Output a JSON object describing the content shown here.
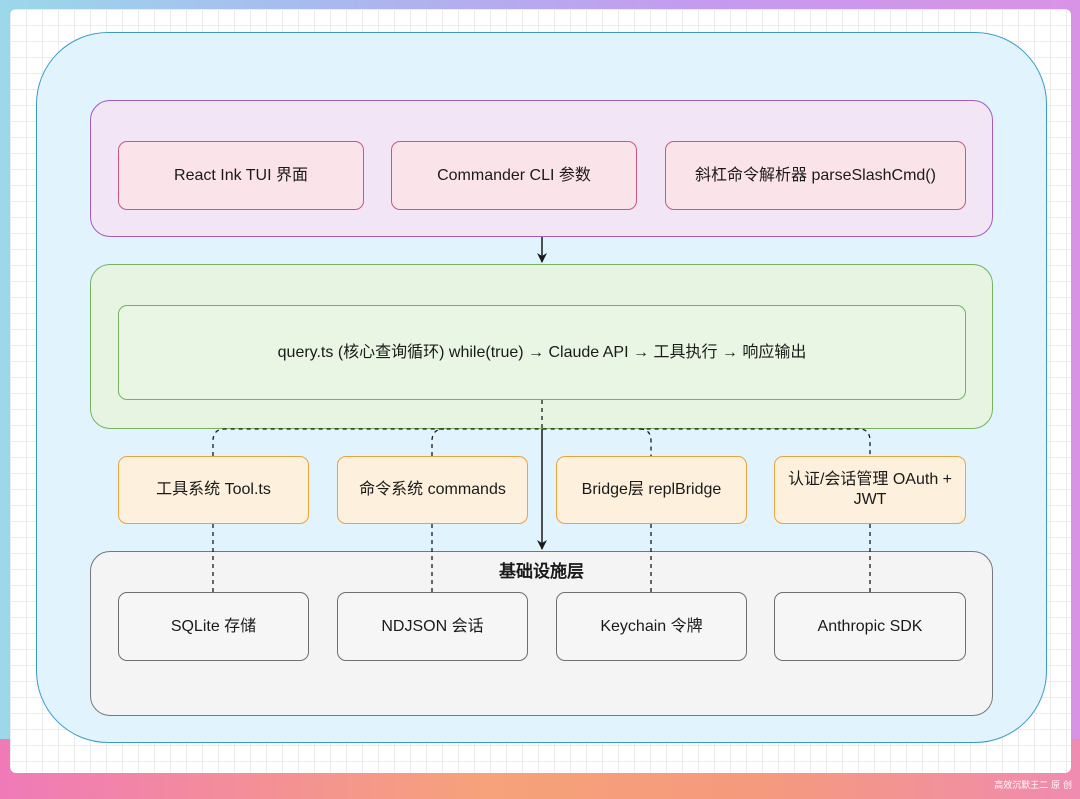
{
  "groups": {
    "ui": "",
    "core": "",
    "infra": "基础设施层"
  },
  "nodes": {
    "react_ink": "React Ink TUI 界面",
    "commander_cli": "Commander CLI 参数",
    "slash_parser": "斜杠命令解析器 parseSlashCmd()",
    "query_loop": "query.ts (核心查询循环) while(true) → Claude API → 工具执行 → 响应输出",
    "tool_system": "工具系统 Tool.ts",
    "command_system": "命令系统 commands",
    "bridge": "Bridge层 replBridge",
    "auth": "认证/会话管理 OAuth + JWT",
    "sqlite": "SQLite 存储",
    "ndjson": "NDJSON 会话",
    "keychain": "Keychain 令牌",
    "anthropic_sdk": "Anthropic SDK"
  },
  "watermark": "高效沉默王二 原  创",
  "colors": {
    "outer_fill": "#e1f3fd",
    "outer_stroke": "#3a9bc9",
    "ui_fill": "#f2e5f5",
    "ui_stroke": "#a35bbd",
    "core_fill": "#e7f4e2",
    "core_stroke": "#74b262",
    "infra_fill": "#f4f4f4",
    "infra_stroke": "#777777",
    "pink_node_stroke": "#c55a7c",
    "orange_node_stroke": "#eaa33f"
  }
}
